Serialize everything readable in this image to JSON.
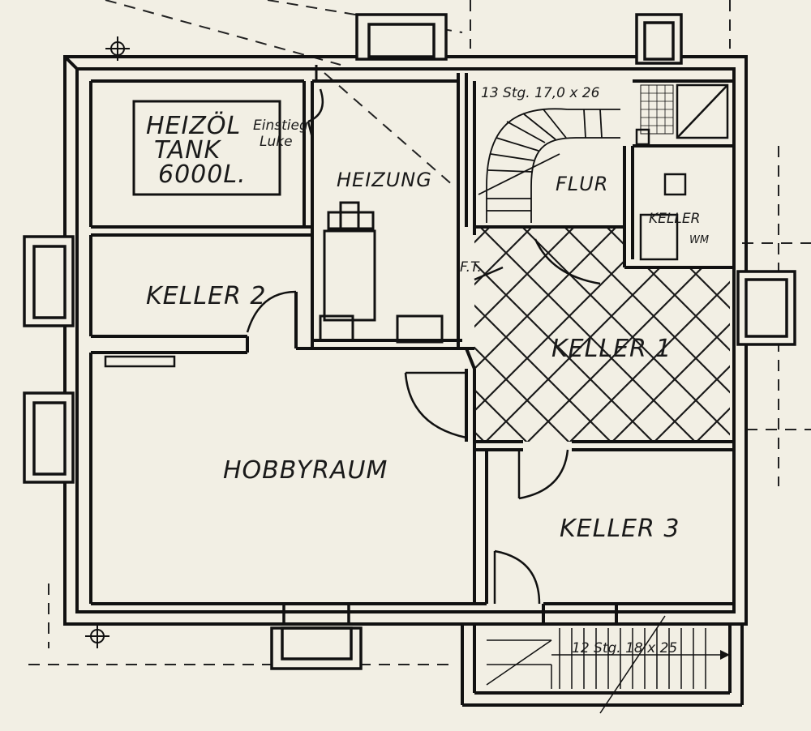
{
  "rooms": {
    "heizol_tank_line1": "HEIZÖL",
    "heizol_tank_line2": "TANK",
    "heizol_tank_line3": "6000L.",
    "einstieg_line1": "Einstieg",
    "einstieg_line2": "Luke",
    "heizung": "HEIZUNG",
    "flur": "FLUR",
    "keller_wm": "KELLER",
    "wm": "WM",
    "ft": "F.T.",
    "keller2": "KELLER 2",
    "keller1": "KELLER 1",
    "hobbyraum": "HOBBYRAUM",
    "keller3": "KELLER 3"
  },
  "stairs": {
    "upper": "13 Stg. 17,0 x 26",
    "lower": "12 Stg. 18 x 25"
  },
  "colors": {
    "paper": "#f2efe4",
    "ink": "#151515"
  }
}
